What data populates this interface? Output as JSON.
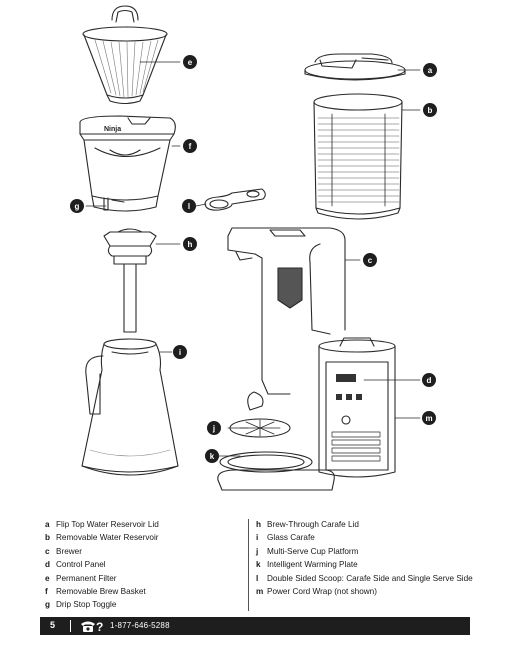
{
  "callouts": [
    "a",
    "b",
    "c",
    "d",
    "e",
    "f",
    "g",
    "h",
    "i",
    "j",
    "k",
    "l",
    "m"
  ],
  "brand_text": "Ninja",
  "legend_left": [
    {
      "key": "a",
      "text": "Flip Top Water Reservoir Lid"
    },
    {
      "key": "b",
      "text": "Removable Water Reservoir"
    },
    {
      "key": "c",
      "text": "Brewer"
    },
    {
      "key": "d",
      "text": "Control Panel"
    },
    {
      "key": "e",
      "text": "Permanent Filter"
    },
    {
      "key": "f",
      "text": "Removable Brew Basket"
    },
    {
      "key": "g",
      "text": "Drip Stop Toggle"
    }
  ],
  "legend_right": [
    {
      "key": "h",
      "text": "Brew-Through Carafe Lid"
    },
    {
      "key": "i",
      "text": "Glass Carafe"
    },
    {
      "key": "j",
      "text": "Multi-Serve Cup Platform"
    },
    {
      "key": "k",
      "text": "Intelligent Warming Plate"
    },
    {
      "key": "l",
      "text": "Double Sided Scoop: Carafe Side and Single Serve Side"
    },
    {
      "key": "m",
      "text": "Power Cord Wrap (not shown)"
    }
  ],
  "footer": {
    "page_number": "5",
    "phone_icon": "phone-question-icon",
    "phone_number": "1-877-646-5288"
  }
}
